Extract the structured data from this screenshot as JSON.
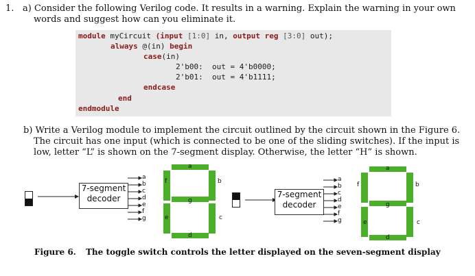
{
  "question_a": {
    "number": "1.",
    "line1": "a) Consider the following Verilog code. It results in a warning. Explain the warning in your own",
    "line2": "words and suggest how can you eliminate it."
  },
  "code": {
    "l1_kw1": "module",
    "l1_name": " myCircuit ",
    "l1_kw2": "(input",
    "l1_rng1": " [1:0]",
    "l1_mid": " in, ",
    "l1_kw3": "output reg",
    "l1_rng2": " [3:0]",
    "l1_end": " out);",
    "l2_kw": "always",
    "l2_mid": " @(in) ",
    "l2_kw2": "begin",
    "l3_kw": "case",
    "l3_rest": "(in)",
    "l4": "2'b00:  out = 4'b0000;",
    "l5": "2'b01:  out = 4'b1111;",
    "l6": "endcase",
    "l7": "end",
    "l8": "endmodule"
  },
  "question_b": {
    "line1": "b) Write a Verilog module to implement the circuit outlined by the circuit shown in the Figure 6.",
    "line2": "The circuit has one input (which is connected to be one of the sliding switches). If the input is",
    "line3": "low, letter “L” is shown on the 7-segment display. Otherwise, the letter “H” is shown."
  },
  "figure": {
    "decoder_label_1": "7-segment",
    "decoder_label_2": "decoder",
    "outputs": [
      "a",
      "b",
      "c",
      "d",
      "e",
      "f",
      "g"
    ],
    "segments": [
      "a",
      "b",
      "c",
      "d",
      "e",
      "f",
      "g"
    ],
    "segment_color": "#4caf2a",
    "caption_label": "Figure 6.",
    "caption_text": "The toggle switch controls the letter displayed on the seven-segment display"
  }
}
